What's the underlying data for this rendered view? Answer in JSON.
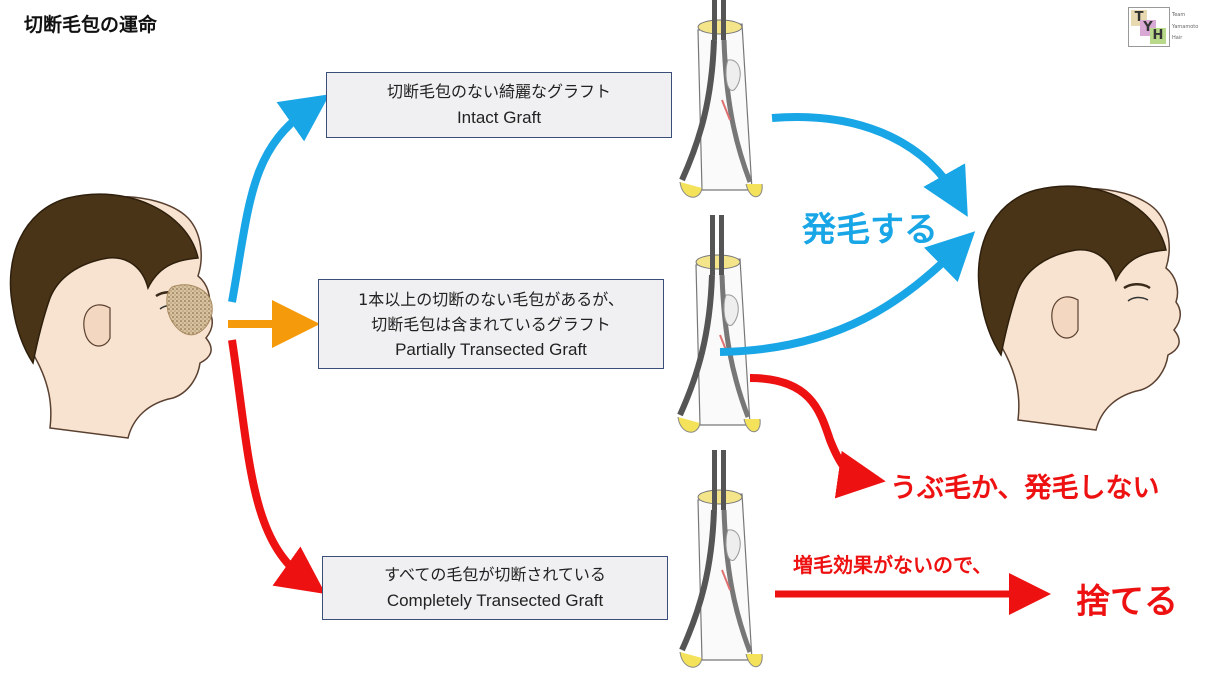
{
  "title": "切断毛包の運命",
  "logo": {
    "letters": [
      "T",
      "Y",
      "H"
    ],
    "lines": [
      "Team",
      "Yamamoto",
      "Hair"
    ]
  },
  "boxes": {
    "intact": {
      "jp": "切断毛包のない綺麗なグラフト",
      "en": "Intact Graft"
    },
    "partial": {
      "jp1": "1本以上の切断のない毛包があるが、",
      "jp2": "切断毛包は含まれているグラフト",
      "en": "Partially Transected Graft"
    },
    "complete": {
      "jp": "すべての毛包が切断されている",
      "en": "Completely Transected Graft"
    }
  },
  "outcomes": {
    "grow": "発毛する",
    "vellus": "うぶ毛か、発毛しない",
    "no_effect": "増毛効果がないので、",
    "discard": "捨てる"
  },
  "colors": {
    "blue": "#19a6e6",
    "orange": "#f59a0a",
    "red": "#ee1111",
    "box_border": "#3b4e79",
    "hair": "#4a3418",
    "skin": "#f7e3d0"
  }
}
